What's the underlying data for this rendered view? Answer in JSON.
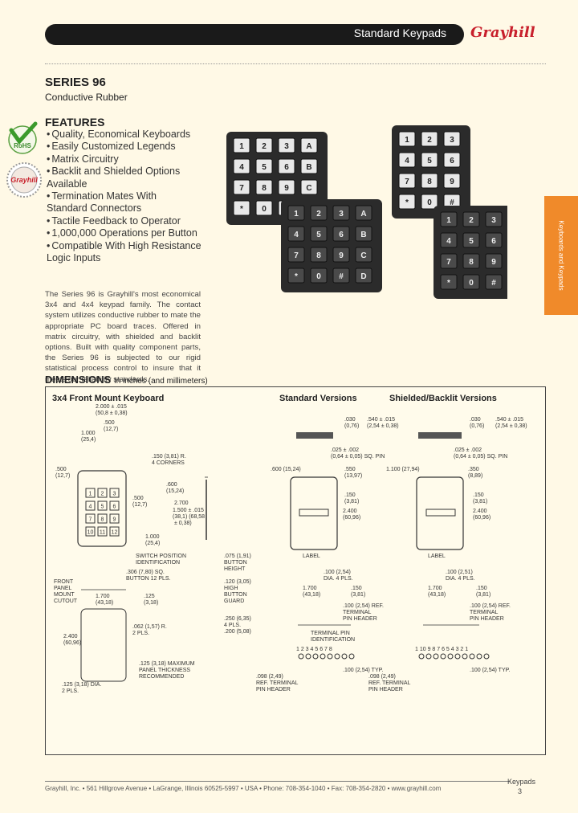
{
  "header": {
    "title": "Standard Keypads",
    "logo": "Grayhill"
  },
  "series": "SERIES 96",
  "subtitle": "Conductive Rubber",
  "features_heading": "FEATURES",
  "features": [
    "Quality, Economical Keyboards",
    "Easily Customized Legends",
    "Matrix Circuitry",
    "Backlit and Shielded Options Available",
    "Termination Mates With Standard Connectors",
    "Tactile Feedback to Operator",
    "1,000,000 Operations per Button",
    "Compatible With High Resistance Logic Inputs"
  ],
  "badges": {
    "rohs": "RoHS",
    "seal": "Grayhill"
  },
  "description": "The Series 96 is Grayhill's most economical 3x4 and 4x4 keypad family. The contact system utilizes conductive rubber to mate the appropriate PC board traces. Offered in matrix circuitry, with shielded and backlit options. Built with quality component parts, the Series 96 is subjected to our rigid statistical process control to insure that it meets our reliability standards.",
  "dimensions": {
    "heading": "DIMENSIONS",
    "note": "In inches (and millimeters)"
  },
  "drawing_titles": {
    "front": "3x4 Front Mount Keyboard",
    "standard": "Standard Versions",
    "shielded": "Shielded/Backlit Versions"
  },
  "keypad_4x4": [
    "1",
    "2",
    "3",
    "A",
    "4",
    "5",
    "6",
    "B",
    "7",
    "8",
    "9",
    "C",
    "*",
    "0",
    "#",
    "D"
  ],
  "keypad_3x4": [
    "1",
    "2",
    "3",
    "4",
    "5",
    "6",
    "7",
    "8",
    "9",
    "*",
    "0",
    "#"
  ],
  "drawing_keys": [
    "1",
    "2",
    "3",
    "4",
    "5",
    "6",
    "7",
    "8",
    "9",
    "10",
    "11",
    "12"
  ],
  "callouts": {
    "front": [
      "2.000 ± .015",
      "(50,8 ± 0,38)",
      ".500",
      "(12,7)",
      "1.000",
      "(25,4)",
      ".500",
      "(12,7)",
      ".150 (3,81) R.",
      "4 CORNERS",
      ".600",
      "(15,24)",
      ".500",
      "(12,7)",
      "2.700",
      "1.500 ± .015",
      "(38,1) (68,58",
      "± 0,38)",
      "1.000",
      "(25,4)",
      "SWITCH POSITION",
      "IDENTIFICATION",
      ".306 (7,80) SQ.",
      "BUTTON 12 PLS.",
      ".075 (1,91)",
      "BUTTON",
      "HEIGHT",
      ".120 (3,05)",
      "HIGH",
      "BUTTON",
      "GUARD",
      "FRONT",
      "PANEL",
      "MOUNT",
      "CUTOUT",
      "1.700",
      "(43,18)",
      ".125",
      "(3,18)",
      ".062 (1,57) R.",
      "2 PLS.",
      "2.400",
      "(60,96)",
      ".250 (6,35)",
      "4 PLS.",
      ".200 (5,08)",
      ".125 (3,18) MAXIMUM",
      "PANEL THICKNESS",
      "RECOMMENDED",
      ".125 (3,18) DIA.",
      "2 PLS."
    ],
    "standard": [
      ".030",
      "(0,76)",
      ".540 ± .015",
      "(2,54 ± 0,38)",
      ".025 ± .002",
      "(0,64 ± 0,05) SQ. PIN",
      ".550",
      "(13,97)",
      ".600 (15,24)",
      ".150",
      "(3,81)",
      "2.400",
      "(60,96)",
      "LABEL",
      ".100 (2,54)",
      "DIA. 4 PLS.",
      "1.700",
      "(43,18)",
      ".150",
      "(3,81)",
      ".100 (2,54) REF.",
      "TERMINAL",
      "PIN HEADER",
      "TERMINAL PIN",
      "IDENTIFICATION",
      "1 2 3 4 5 6 7 8",
      ".100 (2,54) TYP.",
      ".098 (2,49)",
      "REF. TERMINAL",
      "PIN HEADER"
    ],
    "shielded": [
      ".030",
      "(0,76)",
      ".540 ± .015",
      "(2,54 ± 0,38)",
      ".025 ± .002",
      "(0,64 ± 0,05) SQ. PIN",
      ".350",
      "(8,89)",
      "1.100 (27,94)",
      ".150",
      "(3,81)",
      "2.400",
      "(60,96)",
      "LABEL",
      ".100 (2,51)",
      "DIA. 4 PLS.",
      "1.700",
      "(43,18)",
      ".150",
      "(3,81)",
      ".100 (2,54) REF.",
      "TERMINAL",
      "PIN HEADER",
      "1 10 9 8 7 6 5 4 3 2 1",
      ".100 (2,54) TYP.",
      ".098 (2,49)",
      "REF. TERMINAL",
      "PIN HEADER"
    ]
  },
  "side_tab": "Keyboards and Keypads",
  "footer": "Grayhill, Inc. • 561 Hillgrove Avenue • LaGrange, Illinois 60525-5997 • USA • Phone: 708-354-1040 • Fax: 708-354-2820 • www.grayhill.com",
  "page_label": "Keypads",
  "page_number": "3",
  "colors": {
    "accent": "#f08a2a",
    "brand": "#c8202c",
    "background": "#fff9e6"
  }
}
